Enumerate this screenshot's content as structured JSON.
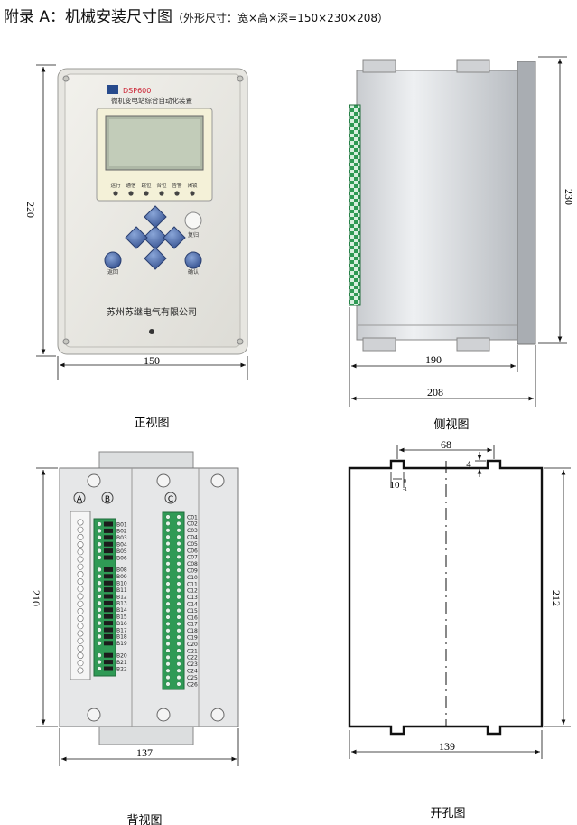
{
  "title": {
    "main": "附录 A：机械安装尺寸图",
    "sub": "（外形尺寸：宽×高×深=150×230×208）"
  },
  "front_view": {
    "caption": "正视图",
    "dim_height": "220",
    "dim_width": "150",
    "model": "DSP600",
    "device_name": "微机变电站综合自动化装置",
    "indicators": [
      "运行",
      "通信",
      "跳位",
      "合位",
      "告警",
      "闭锁"
    ],
    "button_back": "复归",
    "button_return": "返回",
    "button_confirm": "确认",
    "company": "苏州苏继电气有限公司"
  },
  "side_view": {
    "caption": "侧视图",
    "dim_height": "230",
    "dim_depth_body": "190",
    "dim_depth_total": "208"
  },
  "back_view": {
    "caption": "背视图",
    "dim_height": "210",
    "dim_width": "137",
    "col_labels": [
      "A",
      "B",
      "C"
    ],
    "b_terminals": [
      "B01",
      "B02",
      "B03",
      "B04",
      "B05",
      "B06",
      "B08",
      "B09",
      "B10",
      "B11",
      "B12",
      "B13",
      "B14",
      "B15",
      "B16",
      "B17",
      "B18",
      "B19",
      "B20",
      "B21",
      "B22"
    ],
    "c_terminals": [
      "C01",
      "C02",
      "C03",
      "C04",
      "C05",
      "C06",
      "C07",
      "C08",
      "C09",
      "C10",
      "C11",
      "C12",
      "C13",
      "C14",
      "C15",
      "C16",
      "C17",
      "C18",
      "C19",
      "C20",
      "C21",
      "C22",
      "C23",
      "C24",
      "C25",
      "C26"
    ]
  },
  "cutout_view": {
    "caption": "开孔图",
    "dim_top": "68",
    "dim_notch": "4",
    "dim_notch_width": "10",
    "dim_notch_tol_upper": "0",
    "dim_notch_tol_lower": "-1",
    "dim_height": "212",
    "dim_width": "139"
  }
}
